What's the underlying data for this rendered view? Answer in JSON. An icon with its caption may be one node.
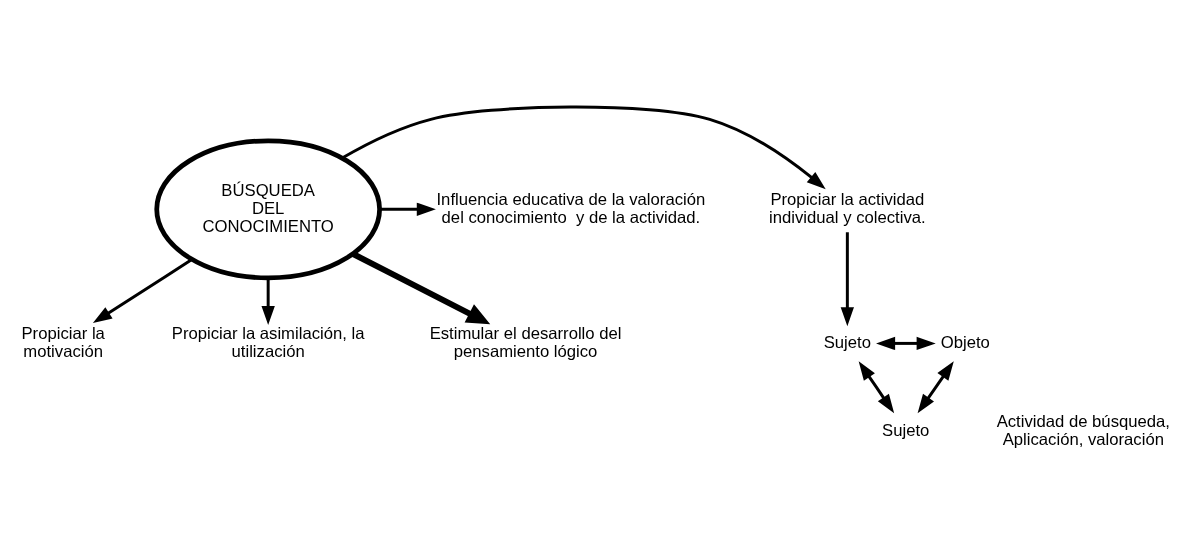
{
  "diagram": {
    "nodes": [
      {
        "text": [
          "BÚSQUEDA DEL CONOCIMIENTO"
        ]
      },
      {
        "text": [
          "Propiciar la motivación"
        ]
      },
      {
        "text": [
          "Propiciar la asimilación, la utilización"
        ]
      },
      {
        "text": [
          "Propiciar la actividad individual y colectiva."
        ]
      },
      {
        "text": [
          "Influencia educativa de la valoración del conocimiento  y de la actividad."
        ]
      },
      {
        "text": [
          "Estimular el desarrollo del pensamiento lógico"
        ]
      },
      {
        "text": [
          "Sujeto"
        ]
      },
      {
        "text": [
          "Objeto"
        ]
      },
      {
        "text": [
          "Sujeto"
        ]
      },
      {
        "text": [
          "Actividad de búsqueda, Aplicación, valoración"
        ]
      }
    ],
    "edges": [
      {
        "from": 0,
        "to": 1,
        "arrow": "to"
      },
      {
        "from": 0,
        "to": 2,
        "arrow": "to"
      },
      {
        "from": 0,
        "to": 3,
        "arrow": "to"
      },
      {
        "from": 0,
        "to": 4,
        "arrow": "to"
      },
      {
        "from": 0,
        "to": 5,
        "arrow": "to",
        "style": "thick"
      },
      {
        "from": 3,
        "to": 6,
        "arrow": "to"
      },
      {
        "from": 6,
        "to": 7,
        "arrow": "both"
      },
      {
        "from": 6,
        "to": 8,
        "arrow": "both"
      },
      {
        "from": 8,
        "to": 7,
        "arrow": "both"
      }
    ]
  }
}
